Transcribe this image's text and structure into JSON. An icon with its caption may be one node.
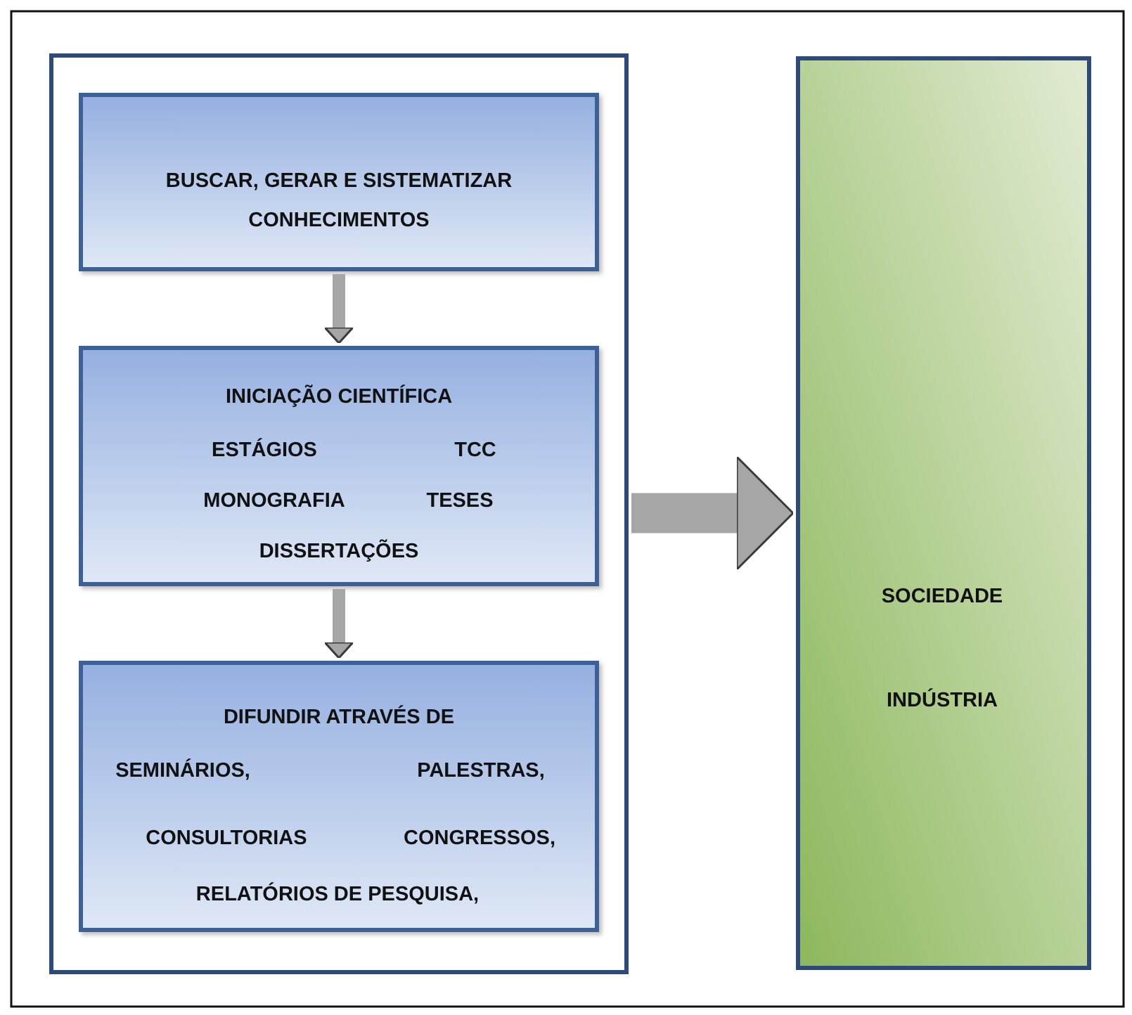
{
  "diagram": {
    "nodes": [
      {
        "text": [],
        "shape": "box"
      },
      {
        "text": [
          "BUSCAR, GERAR E SISTEMATIZAR CONHECIMENTOS"
        ],
        "in": 0
      },
      {
        "text": [
          "INICIAÇÃO CIENTÍFICA",
          "ESTÁGIOS",
          "TCC",
          "MONOGRAFIA",
          "TESES",
          "DISSERTAÇÕES"
        ],
        "in": 0
      },
      {
        "text": [
          "DIFUNDIR ATRAVÉS DE",
          "SEMINÁRIOS,",
          "PALESTRAS,",
          "CONSULTORIAS",
          "CONGRESSOS,",
          "RELATÓRIOS DE PESQUISA,"
        ],
        "in": 0
      },
      {
        "text": [
          "SOCIEDADE",
          "INDÚSTRIA"
        ]
      }
    ],
    "edges": [
      {
        "from": 1,
        "to": 2,
        "arrow": "to"
      },
      {
        "from": 2,
        "to": 3,
        "arrow": "to"
      },
      {
        "from": 0,
        "to": 4,
        "arrow": "to",
        "style": "thick"
      }
    ]
  }
}
